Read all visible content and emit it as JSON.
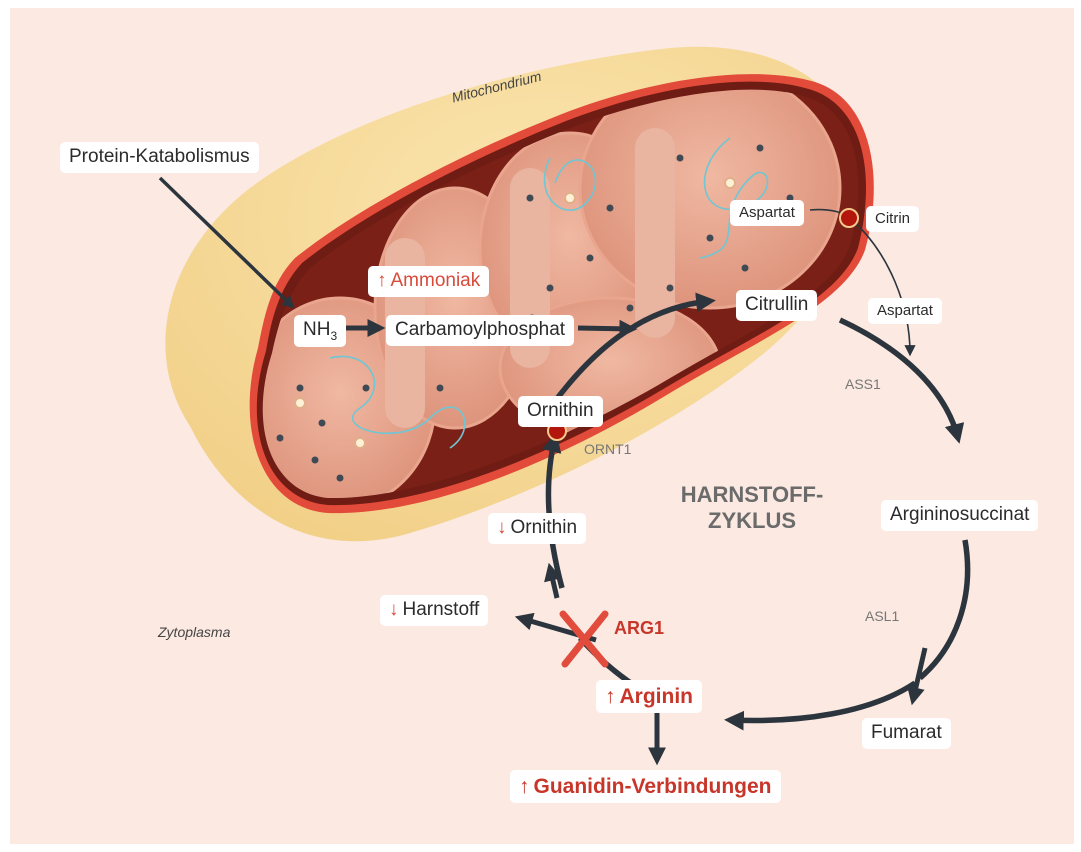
{
  "labels": {
    "mitochondrium": "Mitochondrium",
    "zytoplasma": "Zytoplasma",
    "protein_katabolismus": "Protein-Katabolismus",
    "ammoniak": "Ammoniak",
    "nh3_main": "NH",
    "nh3_sub": "3",
    "carbamoylphosphat": "Carbamoylphosphat",
    "citrullin": "Citrullin",
    "aspartat_inner": "Aspartat",
    "citrin": "Citrin",
    "aspartat_outer": "Aspartat",
    "ass1": "ASS1",
    "argininosuccinat": "Argininosuccinat",
    "asl1": "ASL1",
    "fumarat": "Fumarat",
    "ornithin_top": "Ornithin",
    "ornt1": "ORNT1",
    "ornithin_low": "Ornithin",
    "harnstoff": "Harnstoff",
    "arg1": "ARG1",
    "arginin": "Arginin",
    "guanidin": "Guanidin-Verbindungen",
    "cycle_title_line1": "HARNSTOFF-",
    "cycle_title_line2": "ZYKLUS"
  },
  "indicators": {
    "up_glyph": "↑",
    "down_glyph": "↓",
    "ammoniak": "up",
    "ornithin_low": "down",
    "harnstoff": "down",
    "arginin": "up",
    "guanidin": "up",
    "arg1_blocked": true
  },
  "colors": {
    "background": "#fbe9e2",
    "arrow_dark": "#2c353d",
    "accent_red": "#c8362a",
    "membrane_outer": "#f6dc9c",
    "membrane_red": "#e24a3a",
    "matrix": "#e6a690",
    "dna": "#6fc6d4",
    "transporter": "#b3160d"
  }
}
